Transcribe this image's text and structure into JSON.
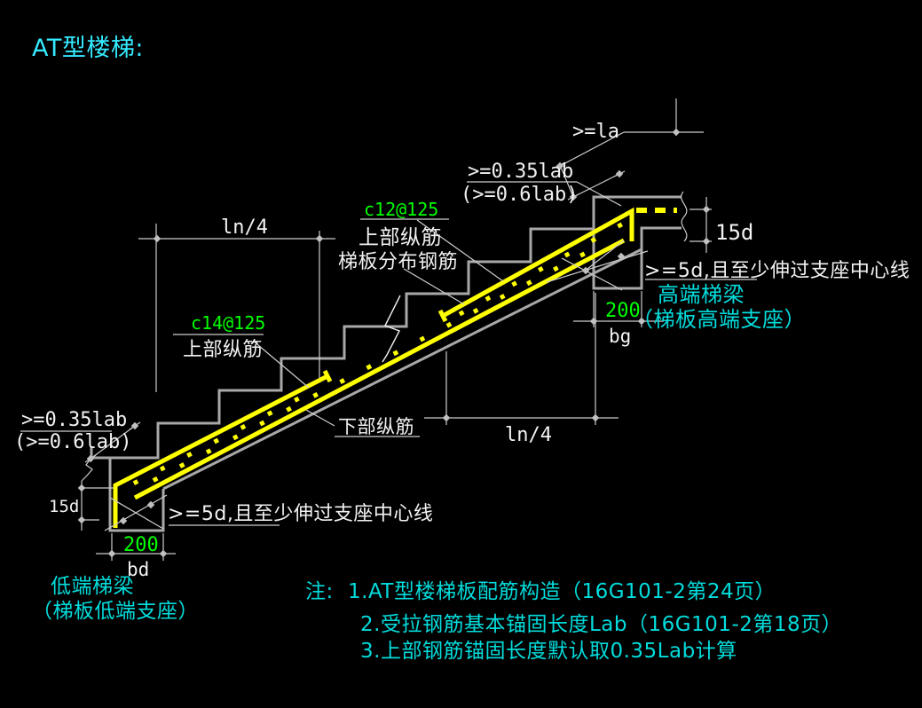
{
  "title": "AT型楼梯:",
  "colors": {
    "background": "#000000",
    "structure_gray": "#a8a8a8",
    "dimension_white": "#cdcdcd",
    "dimension_dot": "#c0c0c0",
    "rebar_yellow": "#ffff00",
    "label_green": "#00ff00",
    "label_cyan": "#00dcdc",
    "text_white": "#f2f2f2",
    "title_color": "#35eaff"
  },
  "diagram": {
    "dim_ge_la": ">=la",
    "anchor_top_line1": ">=0.35lab",
    "anchor_top_line2": "(>=0.6lab)",
    "rebar_spec_c12": "c12@125",
    "label_top_bar_upper": "上部纵筋",
    "label_distribution_bar": "梯板分布钢筋",
    "dim_ln4_top": "ln/4",
    "dim_15d_top": "15d",
    "note_anchor_high": ">=5d,且至少伸过支座中心线",
    "label_beam_high": "高端梯梁",
    "label_beam_high_sub": "（梯板高端支座）",
    "dim_200_high": "200",
    "dim_bg": "bg",
    "rebar_spec_c14": "c14@125",
    "label_top_bar_lower": "上部纵筋",
    "label_bottom_bar": "下部纵筋",
    "dim_ln4_bottom": "ln/4",
    "anchor_low_line1": ">=0.35lab",
    "anchor_low_line2": "(>=0.6lab)",
    "dim_15d_low": "15d",
    "note_anchor_low": ">=5d,且至少伸过支座中心线",
    "dim_200_low": "200",
    "dim_bd": "bd",
    "label_beam_low": "低端梯梁",
    "label_beam_low_sub": "（梯板低端支座）"
  },
  "notes": {
    "prefix": "注:",
    "items": [
      "1.AT型楼梯板配筋构造（16G101-2第24页）",
      "2.受拉钢筋基本锚固长度Lab（16G101-2第18页）",
      "3.上部钢筋锚固长度默认取0.35Lab计算"
    ]
  }
}
